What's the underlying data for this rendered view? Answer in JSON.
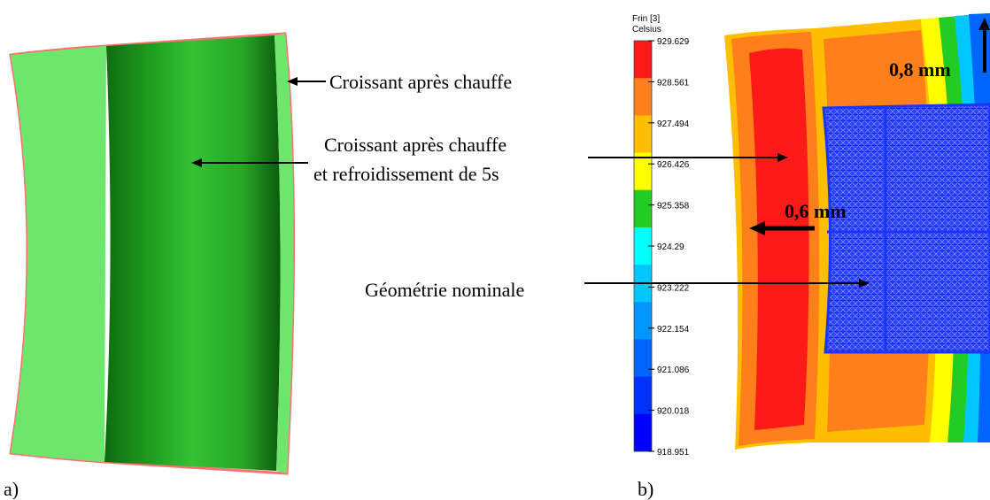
{
  "panel_a": {
    "label": "a)",
    "annotations": {
      "after_heating": "Croissant après chauffe",
      "after_cooling_line1": "Croissant après chauffe",
      "after_cooling_line2": "et refroidissement de 5s"
    }
  },
  "panel_b": {
    "label": "b)",
    "annotations": {
      "nominal_geometry": "Géométrie nominale",
      "offset_top": "0,8 mm",
      "offset_left": "0,6 mm"
    },
    "color_scale": {
      "title_line1": "Frin [3]",
      "title_line2": "Celsius",
      "ticks": [
        "929.629",
        "928.561",
        "927.494",
        "926.426",
        "925.358",
        "924.29",
        "923.222",
        "922.154",
        "921.086",
        "920.018",
        "918.951"
      ],
      "band_colors": [
        "#ff1a1a",
        "#ff7f1a",
        "#ffbf00",
        "#ffff00",
        "#22cc22",
        "#00ffff",
        "#00c8ff",
        "#0096ff",
        "#0064ff",
        "#0032ff",
        "#0000ff"
      ]
    }
  },
  "colors": {
    "part_light_green": "#6ee66e",
    "part_dark_green": "#1e8c1e",
    "edge_red": "#ff7070",
    "mesh_blue": "#1a33ff"
  }
}
